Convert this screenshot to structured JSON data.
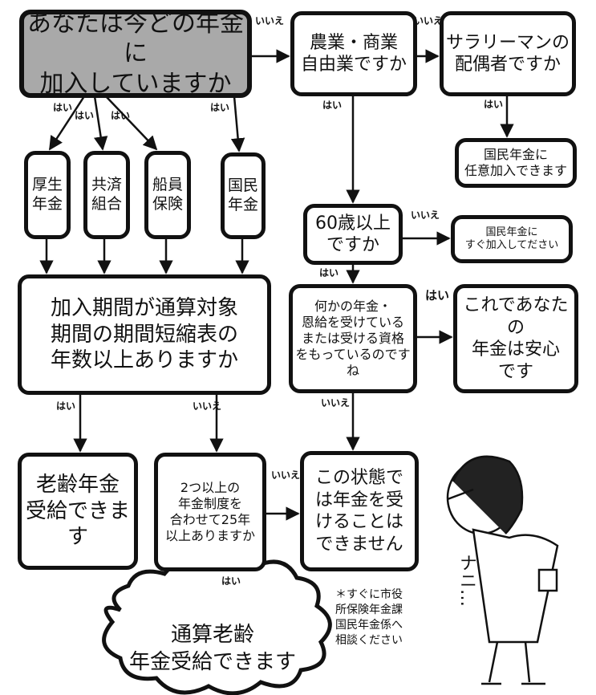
{
  "nodes": {
    "start": "あなたは今どの年金に\n加入していますか",
    "self_employed": "農業・商業\n自由業ですか",
    "spouse": "サラリーマンの\n配偶者ですか",
    "voluntary": "国民年金に\n任意加入できます",
    "kosei": "厚生\n年金",
    "kyosai": "共済\n組合",
    "senin": "船員\n保険",
    "kokumin": "国民\n年金",
    "age60": "60歳以上\nですか",
    "join_now": "国民年金に\nすぐ加入してださい",
    "period": "加入期間が通算対象\n期間の期間短縮表の\n年数以上ありますか",
    "other_pension": "何かの年金・\n恩給を受けている\nまたは受ける資格\nをもっているのですね",
    "safe": "これであなたの\n年金は安心\nです",
    "old_age": "老齢年金\n受給できます",
    "combine": "2つ以上の\n年金制度を\n合わせて25年\n以上ありますか",
    "cannot": "この状態で\nは年金を受\nけることは\nできません",
    "tsusan": "通算老齢\n年金受給できます"
  },
  "labels": {
    "yes": "はい",
    "no": "いいえ"
  },
  "note": "＊すぐに市役\n所保険年金課\n国民年金係へ\n相談ください",
  "character_exclamation": "ナニ…"
}
